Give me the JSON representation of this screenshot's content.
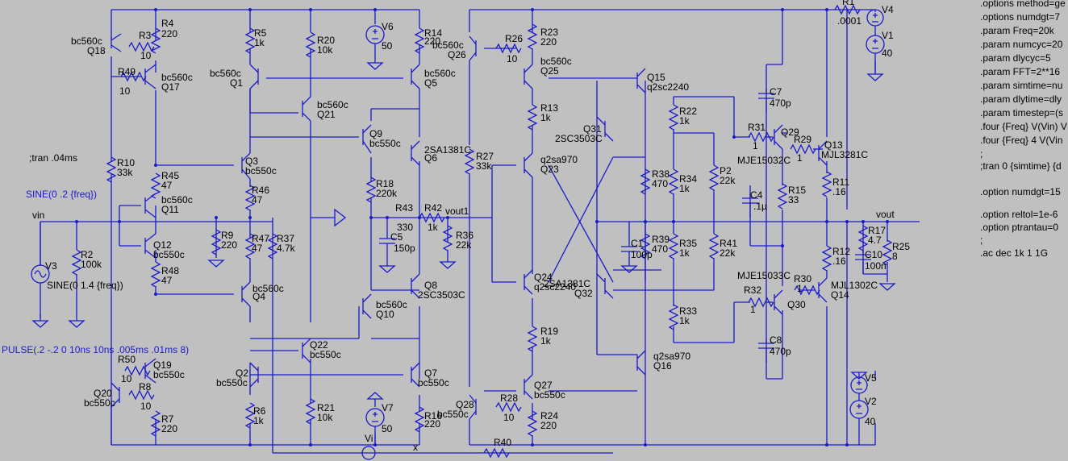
{
  "window": {
    "background_color": "#c0c0c0",
    "wire_color": "#1a1acc",
    "text_color": "#000000",
    "blue_text_color": "#1a1acc"
  },
  "directives": [
    ".options method=ge",
    ".options numdgt=7",
    ".param Freq=20k",
    ".param numcyc=20",
    ".param dlycyc=5",
    ".param FFT=2**16",
    ".param simtime=nu",
    ".param dlytime=dly",
    ".param timestep=(s",
    ".four {Freq} V(Vin) V",
    ".four {Freq} 4 V(Vin",
    ";",
    ";tran 0 {simtime} {d",
    ".option numdgt=15",
    ".option reltol=1e-6",
    ".option ptrantau=0",
    ";",
    ".ac dec 1k 1 1G"
  ],
  "left_notes": {
    "tran_comment": ";tran .04ms",
    "sine_source_text": "SINE(0 .2 {freq})",
    "v3_sine": "SINE(0 1.4 {freq})",
    "pulse_text": "PULSE(.2 -.2 0 10ns 10ns .005ms .01ms 8)"
  },
  "nets": {
    "vin": "vin",
    "vout1": "vout1",
    "vout": "vout",
    "vi": "Vi",
    "x": "x"
  },
  "sources": [
    {
      "name": "V6",
      "value": "50"
    },
    {
      "name": "V7",
      "value": "50"
    },
    {
      "name": "V3",
      "value": ""
    },
    {
      "name": "V4",
      "value": ""
    },
    {
      "name": "V1",
      "value": "40"
    },
    {
      "name": "V5",
      "value": ""
    },
    {
      "name": "V2",
      "value": "40"
    }
  ],
  "resistors": [
    {
      "name": "R4",
      "value": "220"
    },
    {
      "name": "R3",
      "value": "10"
    },
    {
      "name": "R49",
      "value": "10"
    },
    {
      "name": "R5",
      "value": "1k"
    },
    {
      "name": "R20",
      "value": "10k"
    },
    {
      "name": "R14",
      "value": "220"
    },
    {
      "name": "R10",
      "value": "33k"
    },
    {
      "name": "R45",
      "value": "47"
    },
    {
      "name": "R46",
      "value": "47"
    },
    {
      "name": "R2",
      "value": "100k"
    },
    {
      "name": "R9",
      "value": "220"
    },
    {
      "name": "R47",
      "value": "47"
    },
    {
      "name": "R37",
      "value": "4.7k"
    },
    {
      "name": "R48",
      "value": "47"
    },
    {
      "name": "R18",
      "value": "220k"
    },
    {
      "name": "R43",
      "value": "330"
    },
    {
      "name": "R42",
      "value": "1k"
    },
    {
      "name": "R36",
      "value": "22k"
    },
    {
      "name": "R50",
      "value": "10"
    },
    {
      "name": "R8",
      "value": "10"
    },
    {
      "name": "R7",
      "value": "220"
    },
    {
      "name": "R6",
      "value": "1k"
    },
    {
      "name": "R21",
      "value": "10k"
    },
    {
      "name": "R16",
      "value": "220"
    },
    {
      "name": "R26",
      "value": "10"
    },
    {
      "name": "R23",
      "value": "220"
    },
    {
      "name": "R13",
      "value": "1k"
    },
    {
      "name": "R27",
      "value": "33k"
    },
    {
      "name": "R19",
      "value": "1k"
    },
    {
      "name": "R28",
      "value": "10"
    },
    {
      "name": "R24",
      "value": "220"
    },
    {
      "name": "R40",
      "value": ""
    },
    {
      "name": "R22",
      "value": "1k"
    },
    {
      "name": "R38",
      "value": "470"
    },
    {
      "name": "R34",
      "value": "1k"
    },
    {
      "name": "P2",
      "value": "22k"
    },
    {
      "name": "R39",
      "value": "470"
    },
    {
      "name": "R35",
      "value": "1k"
    },
    {
      "name": "R41",
      "value": "22k"
    },
    {
      "name": "R33",
      "value": "1k"
    },
    {
      "name": "R31",
      "value": "1"
    },
    {
      "name": "R29",
      "value": "1"
    },
    {
      "name": "R15",
      "value": "33"
    },
    {
      "name": "R11",
      "value": ".16"
    },
    {
      "name": "R32",
      "value": "1"
    },
    {
      "name": "R30",
      "value": "1"
    },
    {
      "name": "R12",
      "value": ".16"
    },
    {
      "name": "R17",
      "value": "4.7"
    },
    {
      "name": "R25",
      "value": "8"
    },
    {
      "name": "R1",
      "value": ".0001"
    }
  ],
  "capacitors": [
    {
      "name": "C5",
      "value": "150p"
    },
    {
      "name": "C1",
      "value": "100p"
    },
    {
      "name": "C7",
      "value": "470p"
    },
    {
      "name": "C4",
      "value": ".1µ"
    },
    {
      "name": "C8",
      "value": "470p"
    },
    {
      "name": "C10",
      "value": "100n"
    }
  ],
  "transistors": [
    {
      "name": "Q18",
      "model": "bc560c"
    },
    {
      "name": "Q17",
      "model": "bc560c"
    },
    {
      "name": "Q1",
      "model": "bc560c"
    },
    {
      "name": "Q21",
      "model": "bc560c"
    },
    {
      "name": "Q5",
      "model": "bc560c"
    },
    {
      "name": "Q9",
      "model": "bc550c"
    },
    {
      "name": "Q6",
      "model": "2SA1381C"
    },
    {
      "name": "Q3",
      "model": "bc550c"
    },
    {
      "name": "Q11",
      "model": "bc560c"
    },
    {
      "name": "Q12",
      "model": "bc550c"
    },
    {
      "name": "Q4",
      "model": "bc560c"
    },
    {
      "name": "Q8",
      "model": "2SC3503C"
    },
    {
      "name": "Q10",
      "model": "bc560c"
    },
    {
      "name": "Q22",
      "model": "bc550c"
    },
    {
      "name": "Q19",
      "model": "bc550c"
    },
    {
      "name": "Q20",
      "model": "bc550c"
    },
    {
      "name": "Q2",
      "model": "bc550c"
    },
    {
      "name": "Q7",
      "model": "bc550c"
    },
    {
      "name": "Q26",
      "model": "bc560c"
    },
    {
      "name": "Q25",
      "model": "bc560c"
    },
    {
      "name": "Q23",
      "model": "q2sa970"
    },
    {
      "name": "Q24",
      "model": "q2sc2240"
    },
    {
      "name": "Q27",
      "model": "bc550c"
    },
    {
      "name": "Q28",
      "model": "bc550c"
    },
    {
      "name": "Q15",
      "model": "q2sc2240"
    },
    {
      "name": "Q31",
      "model": "2SC3503C"
    },
    {
      "name": "Q32",
      "model": "2SA1381C"
    },
    {
      "name": "Q16",
      "model": "q2sa970"
    },
    {
      "name": "Q29",
      "model": "MJE15032C"
    },
    {
      "name": "Q13",
      "model": "MJL3281C"
    },
    {
      "name": "Q30",
      "model": "MJE15033C"
    },
    {
      "name": "Q14",
      "model": "MJL1302C"
    }
  ]
}
